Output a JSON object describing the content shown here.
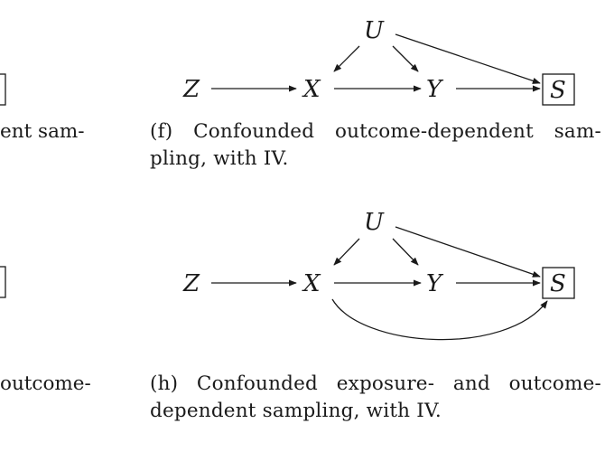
{
  "left_fragments": {
    "top_text": "ent   sam-",
    "bottom_text": "outcome-"
  },
  "figure_f": {
    "nodes": {
      "z": "Z",
      "x": "X",
      "y": "Y",
      "u": "U",
      "s": "S"
    },
    "caption_line1": "(f)  Confounded  outcome-dependent  sam-",
    "caption_line2": "pling, with IV."
  },
  "figure_h": {
    "nodes": {
      "z": "Z",
      "x": "X",
      "y": "Y",
      "u": "U",
      "s": "S"
    },
    "caption_line1": "(h)  Confounded  exposure-  and  outcome-",
    "caption_line2": "dependent sampling, with IV."
  }
}
